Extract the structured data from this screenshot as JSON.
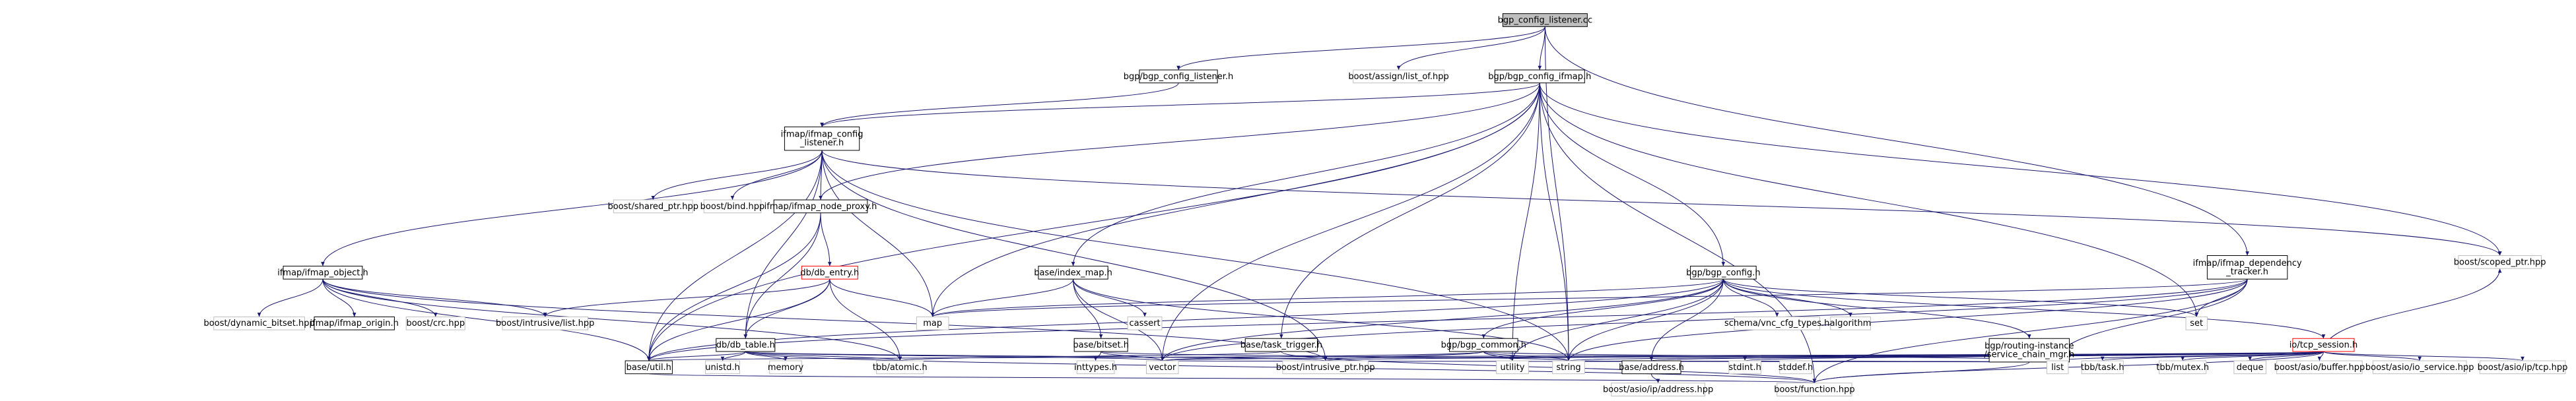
{
  "diagram": {
    "title": "Include dependency graph for bgp_config_listener.cc",
    "nodes": [
      {
        "id": "root",
        "label": "bgp_config_listener.cc",
        "kind": "root"
      },
      {
        "id": "bgp_cfg_listener_h",
        "label": "bgp/bgp_config_listener.h",
        "kind": "link"
      },
      {
        "id": "assign_list",
        "label": "boost/assign/list_of.hpp",
        "kind": "ext"
      },
      {
        "id": "bgp_cfg_ifmap_h",
        "label": "bgp/bgp_config_ifmap.h",
        "kind": "link"
      },
      {
        "id": "ifmap_dep_tracker_h",
        "label": "ifmap/ifmap_dependency\n_tracker.h",
        "kind": "link"
      },
      {
        "id": "ifmap_cfg_listener_h",
        "label": "ifmap/ifmap_config\n_listener.h",
        "kind": "link"
      },
      {
        "id": "shared_ptr",
        "label": "boost/shared_ptr.hpp",
        "kind": "ext"
      },
      {
        "id": "bind",
        "label": "boost/bind.hpp",
        "kind": "ext"
      },
      {
        "id": "ifmap_node_proxy_h",
        "label": "ifmap/ifmap_node_proxy.h",
        "kind": "link"
      },
      {
        "id": "ifmap_object_h",
        "label": "ifmap/ifmap_object.h",
        "kind": "link"
      },
      {
        "id": "db_entry_h",
        "label": "db/db_entry.h",
        "kind": "red"
      },
      {
        "id": "base_index_map_h",
        "label": "base/index_map.h",
        "kind": "link"
      },
      {
        "id": "bgp_config_h",
        "label": "bgp/bgp_config.h",
        "kind": "link"
      },
      {
        "id": "dyn_bitset",
        "label": "boost/dynamic_bitset.hpp",
        "kind": "ext"
      },
      {
        "id": "ifmap_origin_h",
        "label": "ifmap/ifmap_origin.h",
        "kind": "link"
      },
      {
        "id": "crc",
        "label": "boost/crc.hpp",
        "kind": "ext"
      },
      {
        "id": "intrusive_list",
        "label": "boost/intrusive/list.hpp",
        "kind": "ext"
      },
      {
        "id": "db_table_h",
        "label": "db/db_table.h",
        "kind": "link"
      },
      {
        "id": "map",
        "label": "map",
        "kind": "ext"
      },
      {
        "id": "cassert",
        "label": "cassert",
        "kind": "ext"
      },
      {
        "id": "base_bitset_h",
        "label": "base/bitset.h",
        "kind": "link"
      },
      {
        "id": "base_task_trigger_h",
        "label": "base/task_trigger.h",
        "kind": "link"
      },
      {
        "id": "bgp_common_h",
        "label": "bgp/bgp_common.h",
        "kind": "link"
      },
      {
        "id": "schema",
        "label": "schema/vnc_cfg_types.h",
        "kind": "ext"
      },
      {
        "id": "algorithm",
        "label": "algorithm",
        "kind": "ext"
      },
      {
        "id": "routing_instance",
        "label": "bgp/routing-instance\n/service_chain_mgr.h",
        "kind": "link"
      },
      {
        "id": "set",
        "label": "set",
        "kind": "ext"
      },
      {
        "id": "io_tcp_session_h",
        "label": "io/tcp_session.h",
        "kind": "red"
      },
      {
        "id": "base_util_h",
        "label": "base/util.h",
        "kind": "link"
      },
      {
        "id": "unistd",
        "label": "unistd.h",
        "kind": "ext"
      },
      {
        "id": "memory",
        "label": "memory",
        "kind": "ext"
      },
      {
        "id": "tbb_atomic",
        "label": "tbb/atomic.h",
        "kind": "ext"
      },
      {
        "id": "inttypes",
        "label": "inttypes.h",
        "kind": "ext"
      },
      {
        "id": "vector",
        "label": "vector",
        "kind": "ext"
      },
      {
        "id": "intrusive_ptr",
        "label": "boost/intrusive_ptr.hpp",
        "kind": "ext"
      },
      {
        "id": "utility",
        "label": "utility",
        "kind": "ext"
      },
      {
        "id": "string",
        "label": "string",
        "kind": "ext"
      },
      {
        "id": "base_address_h",
        "label": "base/address.h",
        "kind": "link"
      },
      {
        "id": "stdint",
        "label": "stdint.h",
        "kind": "ext"
      },
      {
        "id": "stddef",
        "label": "stddef.h",
        "kind": "ext"
      },
      {
        "id": "tbb_mutex",
        "label": "tbb/mutex.h",
        "kind": "ext"
      },
      {
        "id": "list",
        "label": "list",
        "kind": "ext"
      },
      {
        "id": "tbb_task",
        "label": "tbb/task.h",
        "kind": "ext"
      },
      {
        "id": "deque",
        "label": "deque",
        "kind": "ext"
      },
      {
        "id": "asio_buffer",
        "label": "boost/asio/buffer.hpp",
        "kind": "ext"
      },
      {
        "id": "asio_io_service",
        "label": "boost/asio/io_service.hpp",
        "kind": "ext"
      },
      {
        "id": "asio_tcp",
        "label": "boost/asio/ip/tcp.hpp",
        "kind": "ext"
      },
      {
        "id": "scoped_ptr",
        "label": "boost/scoped_ptr.hpp",
        "kind": "ext"
      },
      {
        "id": "asio_address",
        "label": "boost/asio/ip/address.hpp",
        "kind": "ext"
      },
      {
        "id": "function",
        "label": "boost/function.hpp",
        "kind": "ext"
      }
    ],
    "edges": [
      [
        "root",
        "bgp_cfg_listener_h"
      ],
      [
        "root",
        "assign_list"
      ],
      [
        "root",
        "bgp_cfg_ifmap_h"
      ],
      [
        "root",
        "ifmap_dep_tracker_h"
      ],
      [
        "root",
        "string"
      ],
      [
        "bgp_cfg_listener_h",
        "ifmap_cfg_listener_h"
      ],
      [
        "bgp_cfg_ifmap_h",
        "ifmap_cfg_listener_h"
      ],
      [
        "bgp_cfg_ifmap_h",
        "ifmap_node_proxy_h"
      ],
      [
        "bgp_cfg_ifmap_h",
        "base_index_map_h"
      ],
      [
        "bgp_cfg_ifmap_h",
        "bgp_config_h"
      ],
      [
        "bgp_cfg_ifmap_h",
        "base_task_trigger_h"
      ],
      [
        "bgp_cfg_ifmap_h",
        "map"
      ],
      [
        "bgp_cfg_ifmap_h",
        "set"
      ],
      [
        "bgp_cfg_ifmap_h",
        "vector"
      ],
      [
        "bgp_cfg_ifmap_h",
        "string"
      ],
      [
        "bgp_cfg_ifmap_h",
        "utility"
      ],
      [
        "bgp_cfg_ifmap_h",
        "base_util_h"
      ],
      [
        "bgp_cfg_ifmap_h",
        "scoped_ptr"
      ],
      [
        "bgp_cfg_ifmap_h",
        "function"
      ],
      [
        "ifmap_cfg_listener_h",
        "shared_ptr"
      ],
      [
        "ifmap_cfg_listener_h",
        "bind"
      ],
      [
        "ifmap_cfg_listener_h",
        "ifmap_node_proxy_h"
      ],
      [
        "ifmap_cfg_listener_h",
        "ifmap_object_h"
      ],
      [
        "ifmap_cfg_listener_h",
        "db_table_h"
      ],
      [
        "ifmap_cfg_listener_h",
        "map"
      ],
      [
        "ifmap_cfg_listener_h",
        "string"
      ],
      [
        "ifmap_cfg_listener_h",
        "base_util_h"
      ],
      [
        "ifmap_cfg_listener_h",
        "intrusive_ptr"
      ],
      [
        "ifmap_cfg_listener_h",
        "scoped_ptr"
      ],
      [
        "ifmap_node_proxy_h",
        "db_entry_h"
      ],
      [
        "ifmap_node_proxy_h",
        "db_table_h"
      ],
      [
        "ifmap_node_proxy_h",
        "base_util_h"
      ],
      [
        "ifmap_object_h",
        "dyn_bitset"
      ],
      [
        "ifmap_object_h",
        "ifmap_origin_h"
      ],
      [
        "ifmap_object_h",
        "crc"
      ],
      [
        "ifmap_object_h",
        "intrusive_list"
      ],
      [
        "ifmap_object_h",
        "base_util_h"
      ],
      [
        "ifmap_object_h",
        "intrusive_ptr"
      ],
      [
        "ifmap_object_h",
        "tbb_atomic"
      ],
      [
        "db_entry_h",
        "intrusive_list"
      ],
      [
        "db_entry_h",
        "db_table_h"
      ],
      [
        "db_entry_h",
        "map"
      ],
      [
        "db_entry_h",
        "base_util_h"
      ],
      [
        "db_entry_h",
        "tbb_atomic"
      ],
      [
        "db_table_h",
        "base_util_h"
      ],
      [
        "db_table_h",
        "unistd"
      ],
      [
        "db_table_h",
        "memory"
      ],
      [
        "db_table_h",
        "tbb_atomic"
      ],
      [
        "db_table_h",
        "vector"
      ],
      [
        "db_table_h",
        "intrusive_ptr"
      ],
      [
        "db_table_h",
        "function"
      ],
      [
        "base_index_map_h",
        "map"
      ],
      [
        "base_index_map_h",
        "cassert"
      ],
      [
        "base_index_map_h",
        "base_bitset_h"
      ],
      [
        "base_index_map_h",
        "vector"
      ],
      [
        "base_index_map_h",
        "string"
      ],
      [
        "base_bitset_h",
        "inttypes"
      ],
      [
        "base_bitset_h",
        "vector"
      ],
      [
        "base_bitset_h",
        "string"
      ],
      [
        "base_task_trigger_h",
        "tbb_atomic"
      ],
      [
        "base_task_trigger_h",
        "function"
      ],
      [
        "bgp_config_h",
        "map"
      ],
      [
        "bgp_config_h",
        "set"
      ],
      [
        "bgp_config_h",
        "vector"
      ],
      [
        "bgp_config_h",
        "string"
      ],
      [
        "bgp_config_h",
        "utility"
      ],
      [
        "bgp_config_h",
        "bgp_common_h"
      ],
      [
        "bgp_config_h",
        "schema"
      ],
      [
        "bgp_config_h",
        "algorithm"
      ],
      [
        "bgp_config_h",
        "routing_instance"
      ],
      [
        "bgp_config_h",
        "io_tcp_session_h"
      ],
      [
        "bgp_config_h",
        "base_address_h"
      ],
      [
        "bgp_config_h",
        "base_util_h"
      ],
      [
        "bgp_common_h",
        "vector"
      ],
      [
        "bgp_common_h",
        "intrusive_ptr"
      ],
      [
        "bgp_common_h",
        "utility"
      ],
      [
        "bgp_common_h",
        "string"
      ],
      [
        "bgp_common_h",
        "list"
      ],
      [
        "routing_instance",
        "vector"
      ],
      [
        "routing_instance",
        "string"
      ],
      [
        "routing_instance",
        "base_address_h"
      ],
      [
        "routing_instance",
        "stdint"
      ],
      [
        "routing_instance",
        "stddef"
      ],
      [
        "routing_instance",
        "function"
      ],
      [
        "io_tcp_session_h",
        "vector"
      ],
      [
        "io_tcp_session_h",
        "intrusive_ptr"
      ],
      [
        "io_tcp_session_h",
        "string"
      ],
      [
        "io_tcp_session_h",
        "base_address_h"
      ],
      [
        "io_tcp_session_h",
        "stdint"
      ],
      [
        "io_tcp_session_h",
        "tbb_mutex"
      ],
      [
        "io_tcp_session_h",
        "list"
      ],
      [
        "io_tcp_session_h",
        "tbb_task"
      ],
      [
        "io_tcp_session_h",
        "deque"
      ],
      [
        "io_tcp_session_h",
        "asio_buffer"
      ],
      [
        "io_tcp_session_h",
        "asio_io_service"
      ],
      [
        "io_tcp_session_h",
        "asio_tcp"
      ],
      [
        "io_tcp_session_h",
        "scoped_ptr"
      ],
      [
        "io_tcp_session_h",
        "function"
      ],
      [
        "io_tcp_session_h",
        "base_util_h"
      ],
      [
        "ifmap_dep_tracker_h",
        "map"
      ],
      [
        "ifmap_dep_tracker_h",
        "set"
      ],
      [
        "ifmap_dep_tracker_h",
        "vector"
      ],
      [
        "ifmap_dep_tracker_h",
        "string"
      ],
      [
        "ifmap_dep_tracker_h",
        "list"
      ],
      [
        "ifmap_dep_tracker_h",
        "base_util_h"
      ],
      [
        "ifmap_dep_tracker_h",
        "function"
      ],
      [
        "base_address_h",
        "asio_address"
      ],
      [
        "base_util_h",
        "function"
      ]
    ],
    "colors": {
      "root_fill": "#bfbfbf",
      "link_border": "#000000",
      "ext_border": "#bfbfbf",
      "red_border": "#ff0000",
      "edge": "#191970",
      "text": "#000000"
    }
  }
}
